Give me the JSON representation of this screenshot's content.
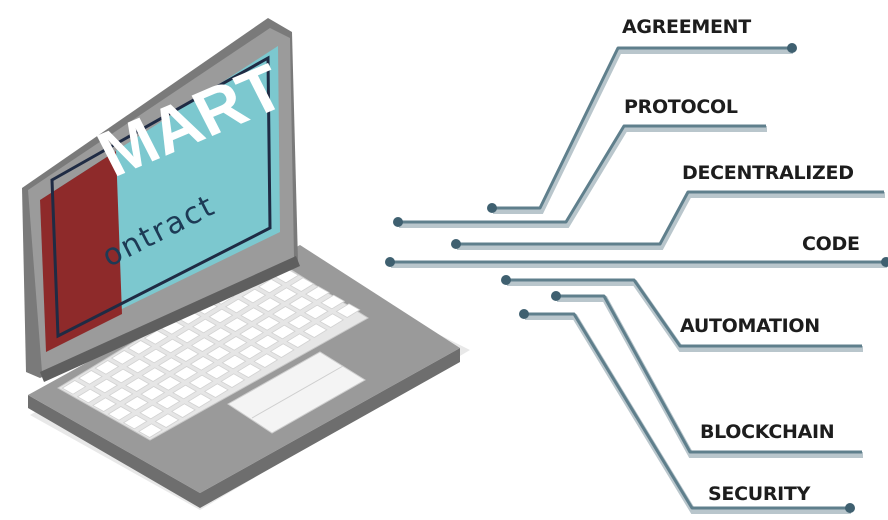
{
  "laptop": {
    "screen_word_1": "MART",
    "screen_word_2": "ontract",
    "colors": {
      "frame": "#8c8c8c",
      "screen_teal": "#7cc8cf",
      "screen_red": "#8e2a2a",
      "keyboard": "#e9e9e9"
    }
  },
  "terms": [
    {
      "label": "AGREEMENT"
    },
    {
      "label": "PROTOCOL"
    },
    {
      "label": "DECENTRALIZED"
    },
    {
      "label": "CODE"
    },
    {
      "label": "AUTOMATION"
    },
    {
      "label": "BLOCKCHAIN"
    },
    {
      "label": "SECURITY"
    }
  ],
  "colors": {
    "line": "#5f7f8c",
    "line_shadow": "#b9c6cc",
    "dot": "#3f6070",
    "text": "#1d1d1d"
  }
}
